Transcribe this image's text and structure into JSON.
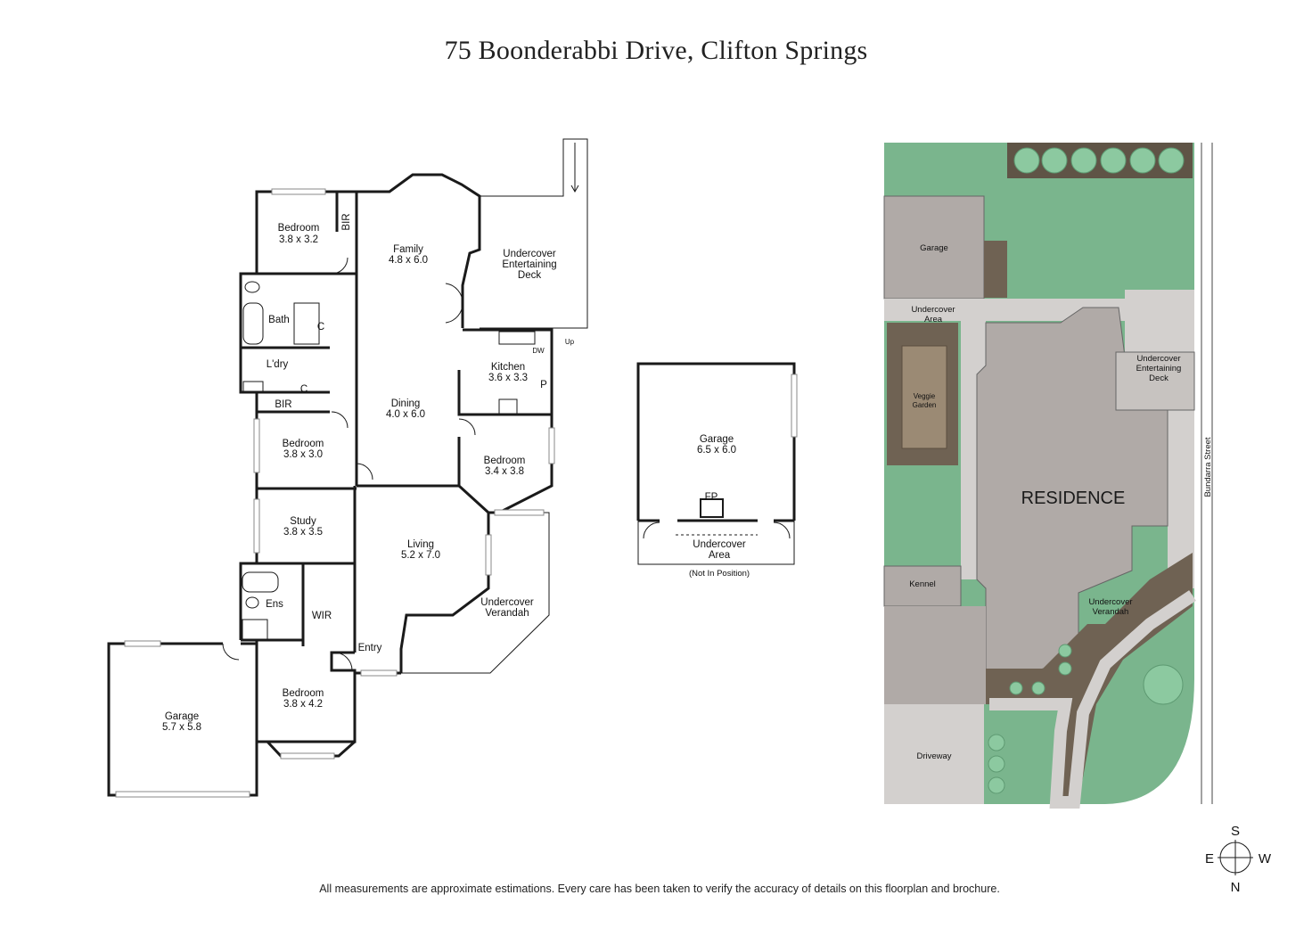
{
  "title": "75 Boonderabbi Drive, Clifton Springs",
  "footer": "All measurements are approximate estimations. Every care has been taken to verify the accuracy of details on this floorplan and brochure.",
  "colors": {
    "lawn": "#7ab58d",
    "building": "#b0aaa7",
    "path": "#d3d0ce",
    "garden_bed": "#6f6253",
    "wall": "#1a1a1a"
  },
  "floorplan": {
    "rooms": [
      {
        "id": "bedroom1",
        "name": "Bedroom",
        "size": "3.8 x 3.2"
      },
      {
        "id": "bir1",
        "name": "BIR"
      },
      {
        "id": "family",
        "name": "Family",
        "size": "4.8 x 6.0"
      },
      {
        "id": "deck",
        "name_lines": [
          "Undercover",
          "Entertaining",
          "Deck"
        ]
      },
      {
        "id": "bath",
        "name": "Bath"
      },
      {
        "id": "c1",
        "name": "C"
      },
      {
        "id": "laundry",
        "name": "L'dry"
      },
      {
        "id": "c2",
        "name": "C"
      },
      {
        "id": "bir2",
        "name": "BIR"
      },
      {
        "id": "kitchen",
        "name": "Kitchen",
        "size": "3.6 x 3.3"
      },
      {
        "id": "pantry",
        "name": "P"
      },
      {
        "id": "dw",
        "name": "DW"
      },
      {
        "id": "up",
        "name": "Up"
      },
      {
        "id": "dining",
        "name": "Dining",
        "size": "4.0 x 6.0"
      },
      {
        "id": "bedroom2",
        "name": "Bedroom",
        "size": "3.8 x 3.0"
      },
      {
        "id": "bedroom3",
        "name": "Bedroom",
        "size": "3.4 x 3.8"
      },
      {
        "id": "study",
        "name": "Study",
        "size": "3.8 x 3.5"
      },
      {
        "id": "living",
        "name": "Living",
        "size": "5.2 x 7.0"
      },
      {
        "id": "verandah",
        "name_lines": [
          "Undercover",
          "Verandah"
        ]
      },
      {
        "id": "ens",
        "name": "Ens"
      },
      {
        "id": "wir",
        "name": "WIR"
      },
      {
        "id": "entry",
        "name": "Entry"
      },
      {
        "id": "garage",
        "name": "Garage",
        "size": "5.7 x 5.8"
      },
      {
        "id": "bedroom4",
        "name": "Bedroom",
        "size": "3.8 x 4.2"
      }
    ]
  },
  "detached_garage": {
    "name": "Garage",
    "size": "6.5 x 6.0",
    "fp": "FP",
    "area_lines": [
      "Undercover",
      "Area"
    ],
    "note": "(Not In Position)"
  },
  "site_plan": {
    "labels": {
      "garage": "Garage",
      "undercover_area": [
        "Undercover",
        "Area"
      ],
      "veggie_garden": [
        "Veggie",
        "Garden"
      ],
      "residence": "RESIDENCE",
      "deck": [
        "Undercover",
        "Entertaining",
        "Deck"
      ],
      "kennel": "Kennel",
      "verandah": [
        "Undercover",
        "Verandah"
      ],
      "driveway": "Driveway",
      "street": "Bundarra Street"
    }
  },
  "compass": {
    "north": "N",
    "south": "S",
    "east": "E",
    "west": "W"
  }
}
